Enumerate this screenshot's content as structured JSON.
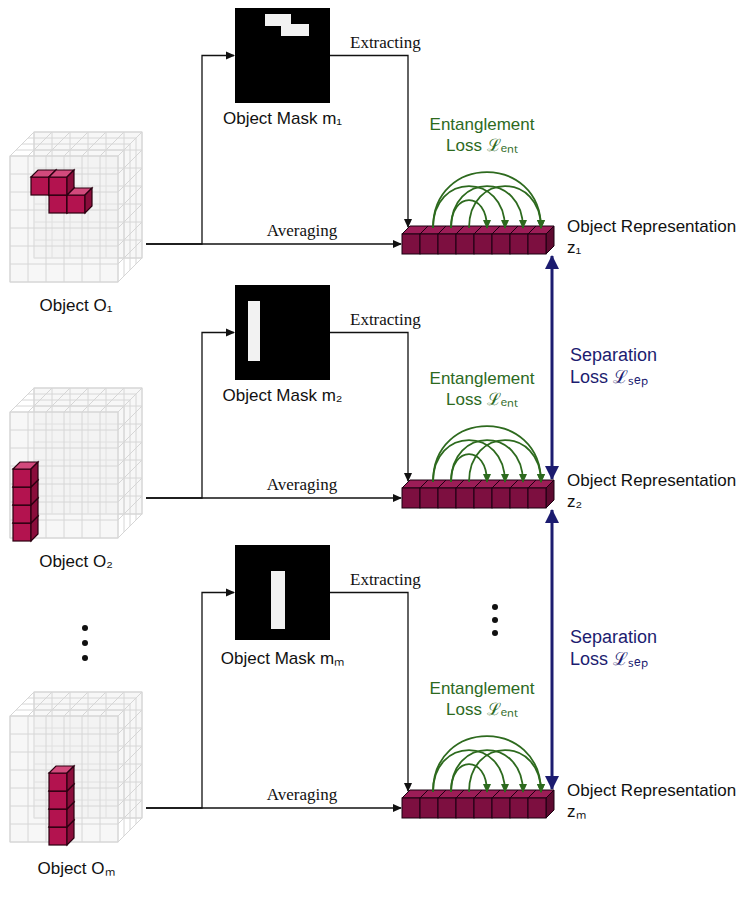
{
  "diagram": {
    "nodes": [
      {
        "text": [
          "Object O₁"
        ]
      },
      {
        "text": [
          "Object Mask m₁"
        ]
      },
      {
        "text": [
          "Object Representation z₁"
        ]
      },
      {
        "text": [
          "Object O₂"
        ]
      },
      {
        "text": [
          "Object Mask m₂"
        ]
      },
      {
        "text": [
          "Object Representation z₂"
        ]
      },
      {
        "text": [
          "Object Oₘ"
        ]
      },
      {
        "text": [
          "Object Mask mₘ"
        ]
      },
      {
        "text": [
          "Object Representation zₘ"
        ]
      }
    ],
    "edges": [
      {
        "from": 0,
        "to": 1,
        "arrow": "to"
      },
      {
        "from": 1,
        "to": 2,
        "label": "Extracting",
        "arrow": "to"
      },
      {
        "from": 0,
        "to": 2,
        "label": "Averaging",
        "arrow": "to"
      },
      {
        "from": 3,
        "to": 4,
        "arrow": "to"
      },
      {
        "from": 4,
        "to": 5,
        "label": "Extracting",
        "arrow": "to"
      },
      {
        "from": 3,
        "to": 5,
        "label": "Averaging",
        "arrow": "to"
      },
      {
        "from": 6,
        "to": 7,
        "arrow": "to"
      },
      {
        "from": 7,
        "to": 8,
        "label": "Extracting",
        "arrow": "to"
      },
      {
        "from": 6,
        "to": 8,
        "label": "Averaging",
        "arrow": "to"
      },
      {
        "from": 2,
        "to": 5,
        "label": "Separation Loss ℒₛₑₚ",
        "arrow": "both"
      },
      {
        "from": 5,
        "to": 8,
        "label": "Separation Loss ℒₛₑₚ",
        "arrow": "both"
      }
    ],
    "labels": [
      "Entanglement Loss ℒₑₙₜ",
      "Entanglement Loss ℒₑₙₜ",
      "Entanglement Loss ℒₑₙₜ"
    ]
  }
}
